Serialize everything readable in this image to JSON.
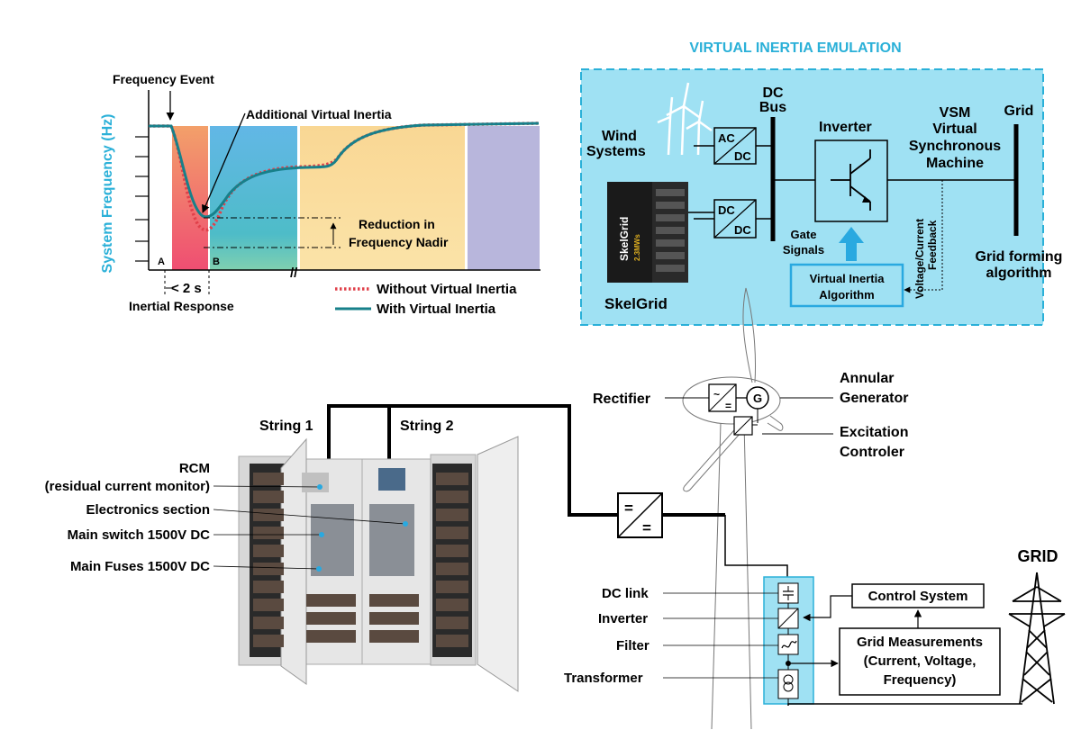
{
  "freq_chart": {
    "ylabel": "System Frequency (Hz)",
    "event_label": "Frequency Event",
    "annotation_inertia": "Additional Virtual Inertia",
    "nadir_line1": "Reduction in",
    "nadir_line2": "Frequency Nadir",
    "marker_a": "A",
    "marker_b": "B",
    "time_label": "< 2 s",
    "inertial_response": "Inertial Response",
    "axis_break": "//",
    "legend": [
      {
        "label": "Without Virtual Inertia",
        "color": "#e0404a",
        "style": "dotted"
      },
      {
        "label": "With Virtual Inertia",
        "color": "#17808a",
        "style": "solid"
      }
    ],
    "colors": {
      "axis": "#2ab0d8",
      "zone_a": "#f07080",
      "zone_b": "#5ab4e0",
      "zone_c": "#f8d890",
      "zone_d": "#b0b0d8"
    }
  },
  "vie": {
    "title": "VIRTUAL INERTIA EMULATION",
    "wind_line1": "Wind",
    "wind_line2": "Systems",
    "acdc_top": "AC",
    "acdc_bottom": "DC",
    "dcdc_top": "DC",
    "dcdc_bottom": "DC",
    "bus_line1": "DC",
    "bus_line2": "Bus",
    "inverter": "Inverter",
    "vsm_line1": "VSM",
    "vsm_line2": "Virtual",
    "vsm_line3": "Synchronous",
    "vsm_line4": "Machine",
    "grid": "Grid",
    "gate_line1": "Gate",
    "gate_line2": "Signals",
    "algo_line1": "Virtual Inertia",
    "algo_line2": "Algorithm",
    "feedback_line1": "Voltage/Current",
    "feedback_line2": "Feedback",
    "skelgrid": "SkelGrid",
    "cabinet_brand": "SkelGrid",
    "cabinet_rating": "2.3MWs",
    "grid_forming_line1": "Grid forming",
    "grid_forming_line2": "algorithm",
    "colors": {
      "panel": "#9de0f2",
      "border": "#2ab0d8",
      "title": "#2ab0d8",
      "arrow": "#29a9e0"
    }
  },
  "cabinet": {
    "string1": "String 1",
    "string2": "String 2",
    "rcm_line1": "RCM",
    "rcm_line2": "(residual current monitor)",
    "electronics": "Electronics section",
    "main_switch": "Main switch 1500V DC",
    "main_fuses": "Main Fuses 1500V DC"
  },
  "turbine": {
    "rectifier": "Rectifier",
    "generator_symbol": "G",
    "annular_line1": "Annular",
    "annular_line2": "Generator",
    "excitation_line1": "Excitation",
    "excitation_line2": "Controler",
    "dc_link": "DC link",
    "inverter": "Inverter",
    "filter": "Filter",
    "transformer": "Transformer",
    "control_system": "Control System",
    "gm_line1": "Grid Measurements",
    "gm_line2": "(Current, Voltage,",
    "gm_line3": "Frequency)",
    "grid": "GRID"
  }
}
